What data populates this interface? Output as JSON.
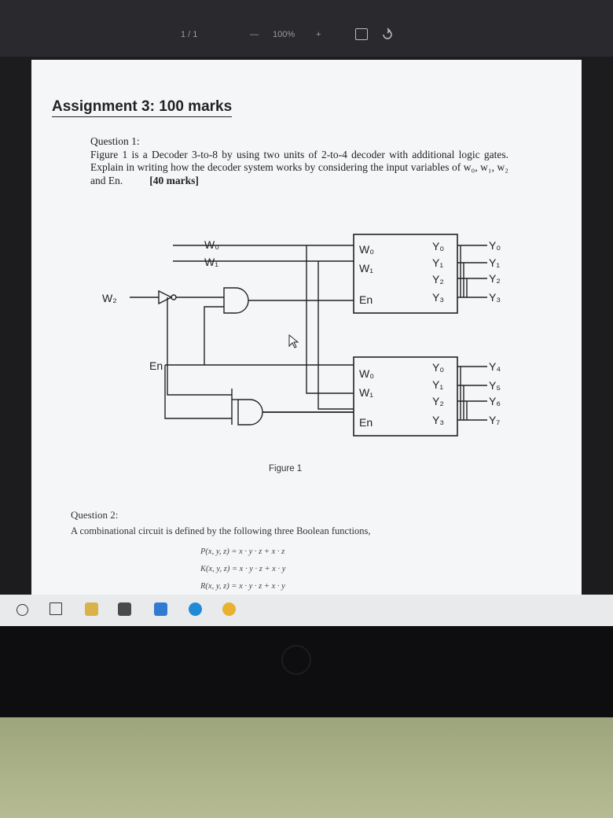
{
  "toolbar": {
    "page_indicator": "1 / 1",
    "zoom_level": "100%",
    "zoom_out": "—",
    "zoom_in": "+"
  },
  "document": {
    "title": "Assignment 3: 100 marks",
    "question1": {
      "heading": "Question 1:",
      "text": "Figure 1 is a Decoder 3-to-8 by using two units of 2-to-4 decoder with additional logic gates. Explain in writing how the decoder system works by considering the input variables of w₀, w₁, w₂ and En.",
      "marks": "[40 marks]"
    },
    "figure": {
      "caption": "Figure 1",
      "inputs": {
        "w0": "W₀",
        "w1": "W₁",
        "w2": "W₂",
        "en": "En"
      },
      "decoder_top": {
        "in0": "W₀",
        "in1": "W₁",
        "en": "En",
        "out0": "Y₀",
        "out1": "Y₁",
        "out2": "Y₂",
        "out3": "Y₃"
      },
      "decoder_bottom": {
        "in0": "W₀",
        "in1": "W₁",
        "en": "En",
        "out0": "Y₀",
        "out1": "Y₁",
        "out2": "Y₂",
        "out3": "Y₃"
      },
      "outputs_top": [
        "Y₀",
        "Y₁",
        "Y₂",
        "Y₃"
      ],
      "outputs_bottom": [
        "Y₄",
        "Y₅",
        "Y₆",
        "Y₇"
      ]
    },
    "question2": {
      "heading": "Question 2:",
      "text": "A combinational circuit is defined by the following three Boolean functions,",
      "equations": [
        "P(x, y, z) = x · y · z + x · z",
        "K(x, y, z) = x · y · z + x · y",
        "R(x, y, z) = x · y · z + x · y"
      ]
    }
  },
  "taskbar": {
    "icons": [
      "start-icon",
      "task-view-icon",
      "file-explorer-icon",
      "store-icon",
      "mail-icon",
      "edge-icon",
      "chrome-icon"
    ]
  },
  "colors": {
    "toolbar_bg": "#2a2a2e",
    "page_bg": "#f4f6f8",
    "taskbar_bg": "#e9eaec",
    "desk": "#a8ae85"
  }
}
